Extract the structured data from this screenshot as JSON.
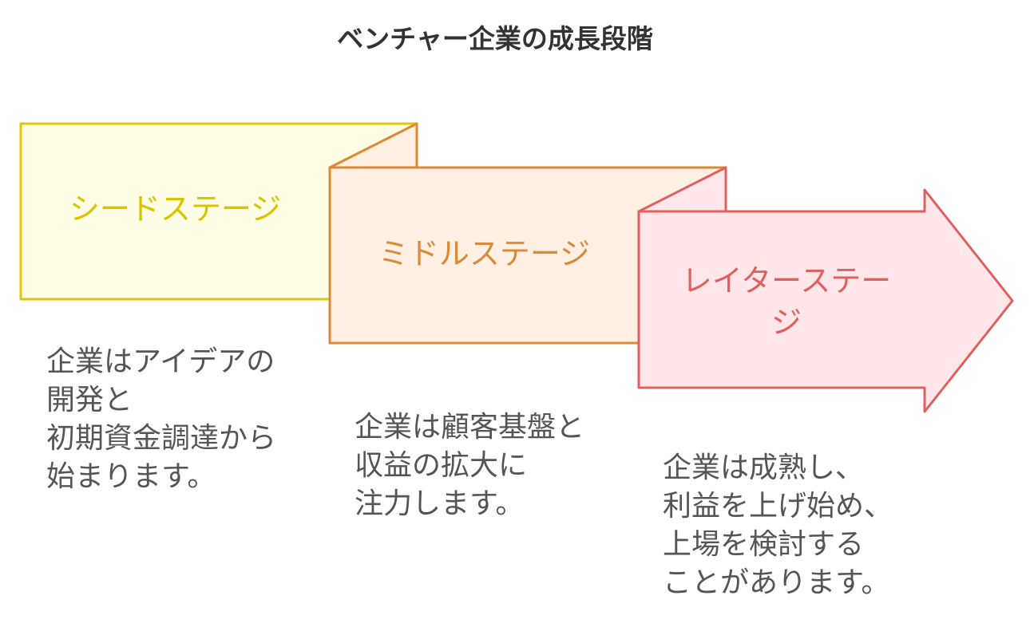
{
  "title": "ベンチャー企業の成長段階",
  "stages": [
    {
      "label": "シードステージ",
      "description": "企業はアイデアの\n開発と\n初期資金調達から\n始まります。",
      "stroke": "#e0c800",
      "fill": "#fffde6",
      "text_color": "#d9c400"
    },
    {
      "label": "ミドルステージ",
      "description": "企業は顧客基盤と\n収益の拡大に\n注力します。",
      "stroke": "#dc8a33",
      "fill": "#fff0e3",
      "text_color": "#d98a3a"
    },
    {
      "label": "レイターステー\nジ",
      "description": "企業は成熟し、\n利益を上げ始め、\n上場を検討する\nことがあります。",
      "stroke": "#e06060",
      "fill": "#ffe6e9",
      "text_color": "#e06060"
    }
  ],
  "description_color": "#555555"
}
